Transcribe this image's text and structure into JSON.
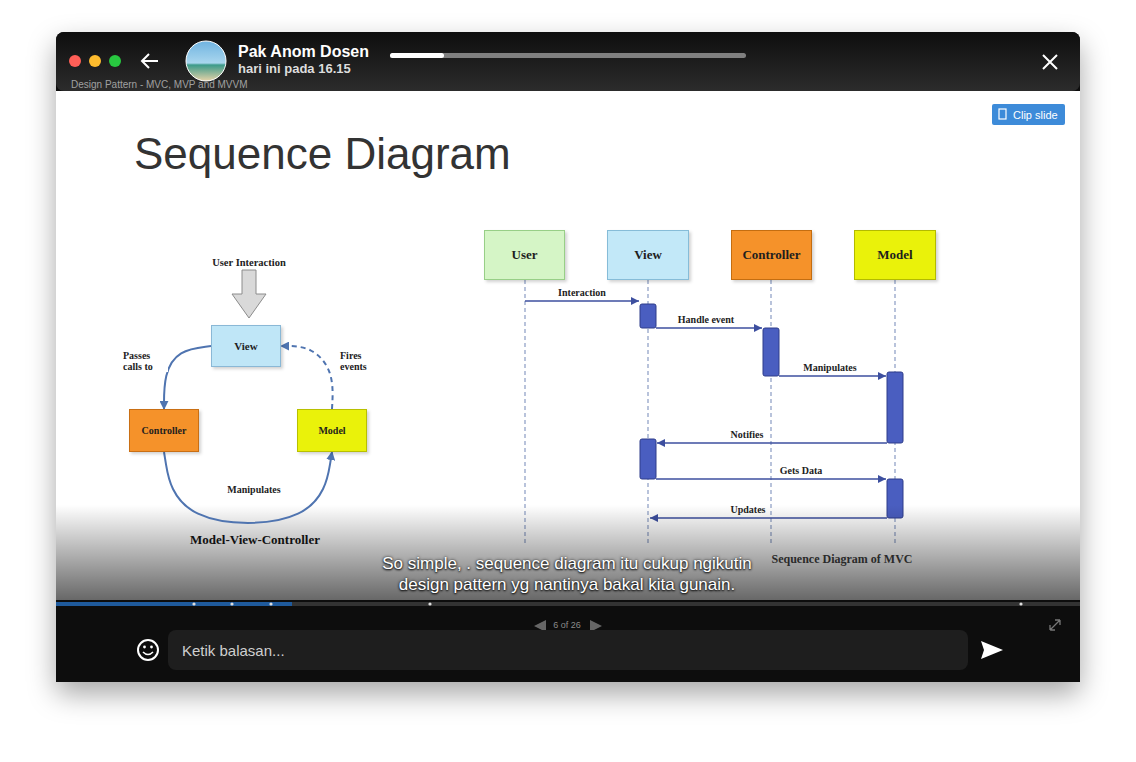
{
  "diagram": {
    "title": "Sequence Diagram",
    "nodes": [
      {
        "text": [
          "View"
        ]
      },
      {
        "text": [
          "Controller"
        ]
      },
      {
        "text": [
          "Model"
        ]
      },
      {
        "text": [
          "User"
        ]
      },
      {
        "text": [
          "View"
        ]
      },
      {
        "text": [
          "Controller"
        ]
      },
      {
        "text": [
          "Model"
        ]
      }
    ],
    "edges": [
      {
        "from": 0,
        "to": 1,
        "label": "Passes calls to",
        "arrow": "to"
      },
      {
        "from": 1,
        "to": 2,
        "label": "Manipulates",
        "arrow": "to"
      },
      {
        "from": 2,
        "to": 0,
        "label": "Fires events",
        "arrow": "to"
      }
    ],
    "labels": [
      "Pak Anom Dosen",
      "hari ini pada 16.15",
      "Design Pattern - MVC, MVP and MVVM",
      "Clip slide",
      "User Interaction",
      "Model-View-Controller",
      "Interaction",
      "Handle event",
      "Manipulates",
      "Notifies",
      "Gets Data",
      "Updates",
      "Sequence Diagram of MVC",
      "So simple, . sequence diagram itu cukup ngikutin design pattern yg nantinya bakal kita gunain.",
      "6 of 26",
      "Ketik balasan..."
    ]
  }
}
